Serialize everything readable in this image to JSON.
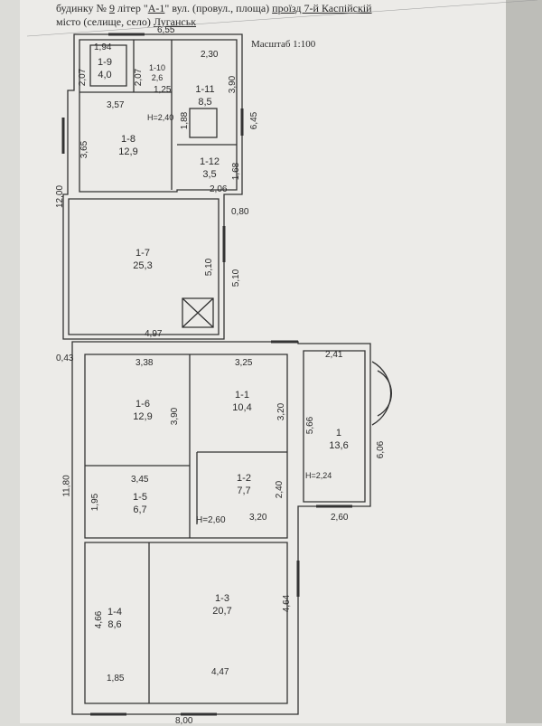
{
  "header": {
    "line1_prefix": "будинку №",
    "house_number": "9",
    "letter_label": "літер \"",
    "letter": "А-1",
    "street_label": "\" вул. (провул., площа)",
    "street": "проїзд 7-й Каспійскій",
    "city_label": "місто (селище, село)",
    "city": "Луганськ"
  },
  "scale": "Масштаб 1:100",
  "rooms": [
    {
      "id": "1-9",
      "area": "4,0"
    },
    {
      "id": "1-10",
      "area": "2,6"
    },
    {
      "id": "1-11",
      "area": "8,5"
    },
    {
      "id": "1-8",
      "area": "12,9"
    },
    {
      "id": "1-12",
      "area": "3,5"
    },
    {
      "id": "1-7",
      "area": "25,3"
    },
    {
      "id": "1-6",
      "area": "12,9"
    },
    {
      "id": "1-1",
      "area": "10,4"
    },
    {
      "id": "1",
      "area": "13,6"
    },
    {
      "id": "1-5",
      "area": "6,7"
    },
    {
      "id": "1-2",
      "area": "7,7"
    },
    {
      "id": "1-4",
      "area": "8,6"
    },
    {
      "id": "1-3",
      "area": "20,7"
    }
  ],
  "dimensions": {
    "top": "6,55",
    "d194": "1,94",
    "d230": "2,30",
    "d207a": "2,07",
    "d207b": "2,07",
    "d125": "1,25",
    "d357": "3,57",
    "h240": "H=2,40",
    "d390a": "3,90",
    "d645": "6,45",
    "d188": "1,88",
    "d365": "3,65",
    "d168": "1,68",
    "d206": "2,06",
    "d1200": "12,00",
    "d080": "0,80",
    "d510a": "5,10",
    "d510b": "5,10",
    "d497": "4,97",
    "d043": "0,43",
    "d338": "3,38",
    "d325": "3,25",
    "d241": "2,41",
    "d390b": "3,90",
    "d320a": "3,20",
    "d566": "5,66",
    "d606": "6,06",
    "d345": "3,45",
    "d195": "1,95",
    "d240": "2,40",
    "h224": "H=2,24",
    "h260": "H=2,60",
    "d320b": "3,20",
    "d260": "2,60",
    "d1180": "11,80",
    "d466": "4,66",
    "d464": "4,64",
    "d185": "1,85",
    "d447": "4,47",
    "d800": "8,00"
  }
}
